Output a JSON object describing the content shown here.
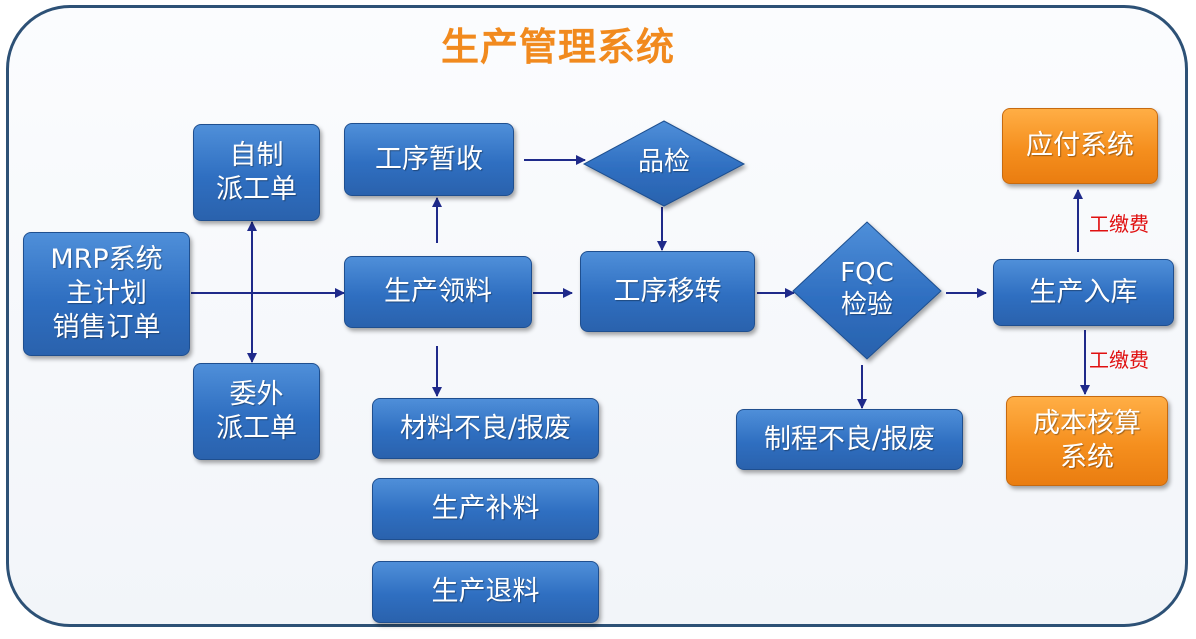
{
  "title": "生产管理系统",
  "nodes": {
    "mrp": "MRP系统\n主计划\n销售订单",
    "self_made": "自制\n派工单",
    "outsource": "委外\n派工单",
    "temp_receive": "工序暂收",
    "issue": "生产领料",
    "material_defect": "材料不良/报废",
    "supplement": "生产补料",
    "return_material": "生产退料",
    "inspection": "品检",
    "transfer": "工序移转",
    "fqc": "FQC\n检验",
    "process_defect": "制程不良/报废",
    "warehousing": "生产入库",
    "payable": "应付系统",
    "costing": "成本核算\n系统"
  },
  "labels": {
    "fee_up": "工缴费",
    "fee_down": "工缴费"
  },
  "colors": {
    "title": "#f18a1e",
    "process_box": "#2f6fc1",
    "external_system": "#f58f1e",
    "arrow": "#1f2a8a",
    "fee_text": "#e01010"
  }
}
